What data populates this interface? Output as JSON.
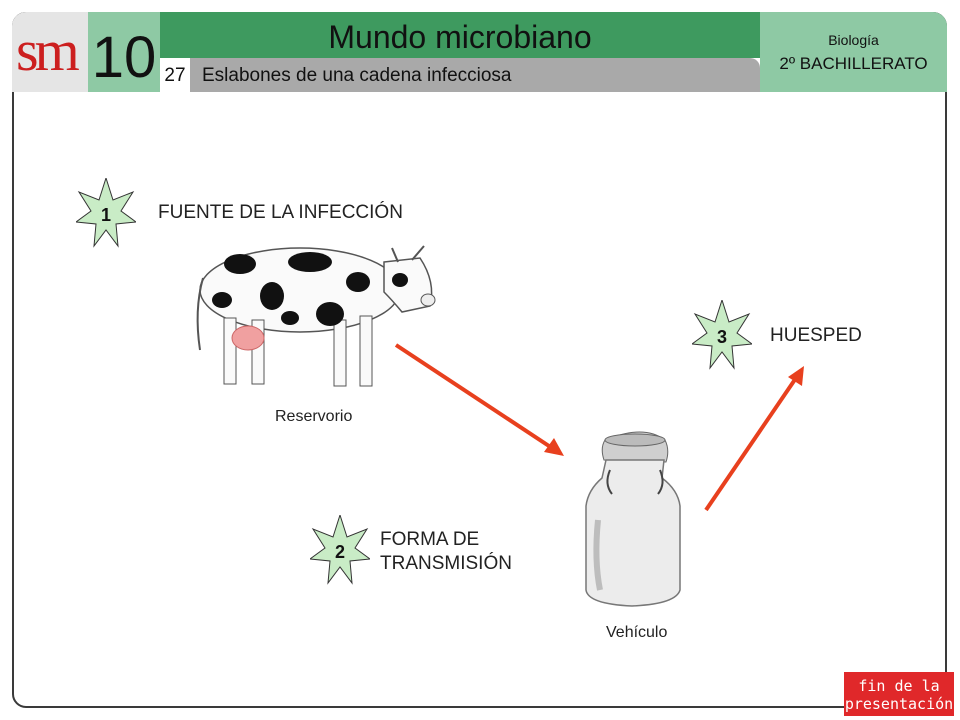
{
  "header": {
    "logo": "sm",
    "unit_number": "10",
    "title": "Mundo microbiano",
    "slide_number": "27",
    "slide_title": "Eslabones de una cadena infecciosa",
    "subject": "Biología",
    "grade": "2º BACHILLERATO"
  },
  "steps": [
    {
      "number": "1",
      "label": "FUENTE DE LA INFECCIÓN"
    },
    {
      "number": "2",
      "label_line1": "FORMA DE",
      "label_line2": "TRANSMISIÓN"
    },
    {
      "number": "3",
      "label": "HUESPED"
    }
  ],
  "captions": {
    "reservoir": "Reservorio",
    "vehicle": "Vehículo"
  },
  "footer": {
    "end_line1": "fin de la",
    "end_line2": "presentación"
  },
  "colors": {
    "accent_green": "#3e9a5f",
    "light_green": "#8ec9a4",
    "star_fill": "#c9ecc6",
    "arrow_red": "#e8401e",
    "button_red": "#e0282a"
  }
}
